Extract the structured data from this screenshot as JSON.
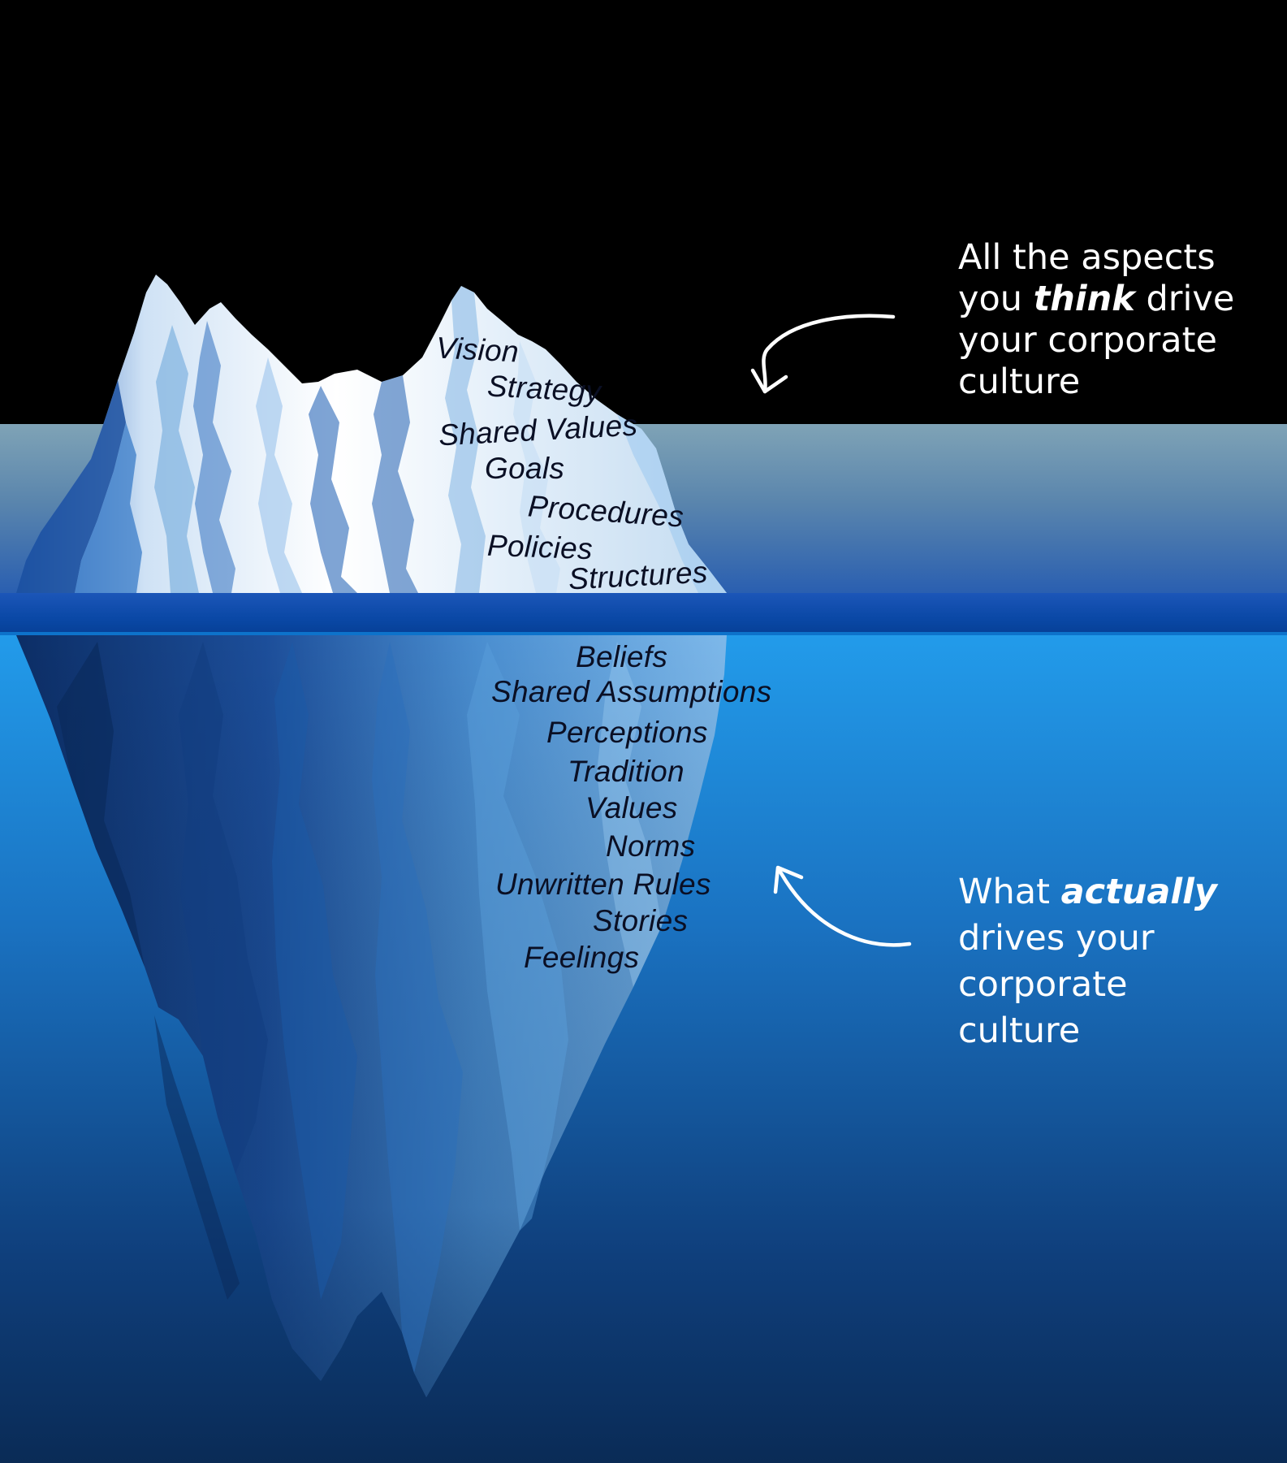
{
  "colors": {
    "sky": "#000000",
    "surface_band": "#0a4aa8",
    "deep_water": "#0c2a57",
    "ice_light": "#f4f8fd",
    "ice_mid": "#7fb2e0",
    "ice_dark": "#1b4f9e",
    "text_dark": "#0a0f24",
    "caption_text": "#ffffff"
  },
  "above_water": {
    "items": [
      "Vision",
      "Strategy",
      "Shared Values",
      "Goals",
      "Procedures",
      "Policies",
      "Structures"
    ]
  },
  "below_water": {
    "items": [
      "Beliefs",
      "Shared Assumptions",
      "Perceptions",
      "Tradition",
      "Values",
      "Norms",
      "Unwritten Rules",
      "Stories",
      "Feelings"
    ]
  },
  "captions": {
    "top": {
      "line1": "All the aspects",
      "line2_pre": "you ",
      "line2_emph": "think",
      "line2_post": " drive",
      "line3": "your corporate",
      "line4": "culture"
    },
    "bottom": {
      "line1_pre": "What ",
      "line1_emph": "actually",
      "line2": "drives your",
      "line3": "corporate",
      "line4": "culture"
    }
  },
  "icons": {
    "top_arrow": "curved-arrow-left-icon",
    "bottom_arrow": "curved-arrow-up-icon"
  }
}
